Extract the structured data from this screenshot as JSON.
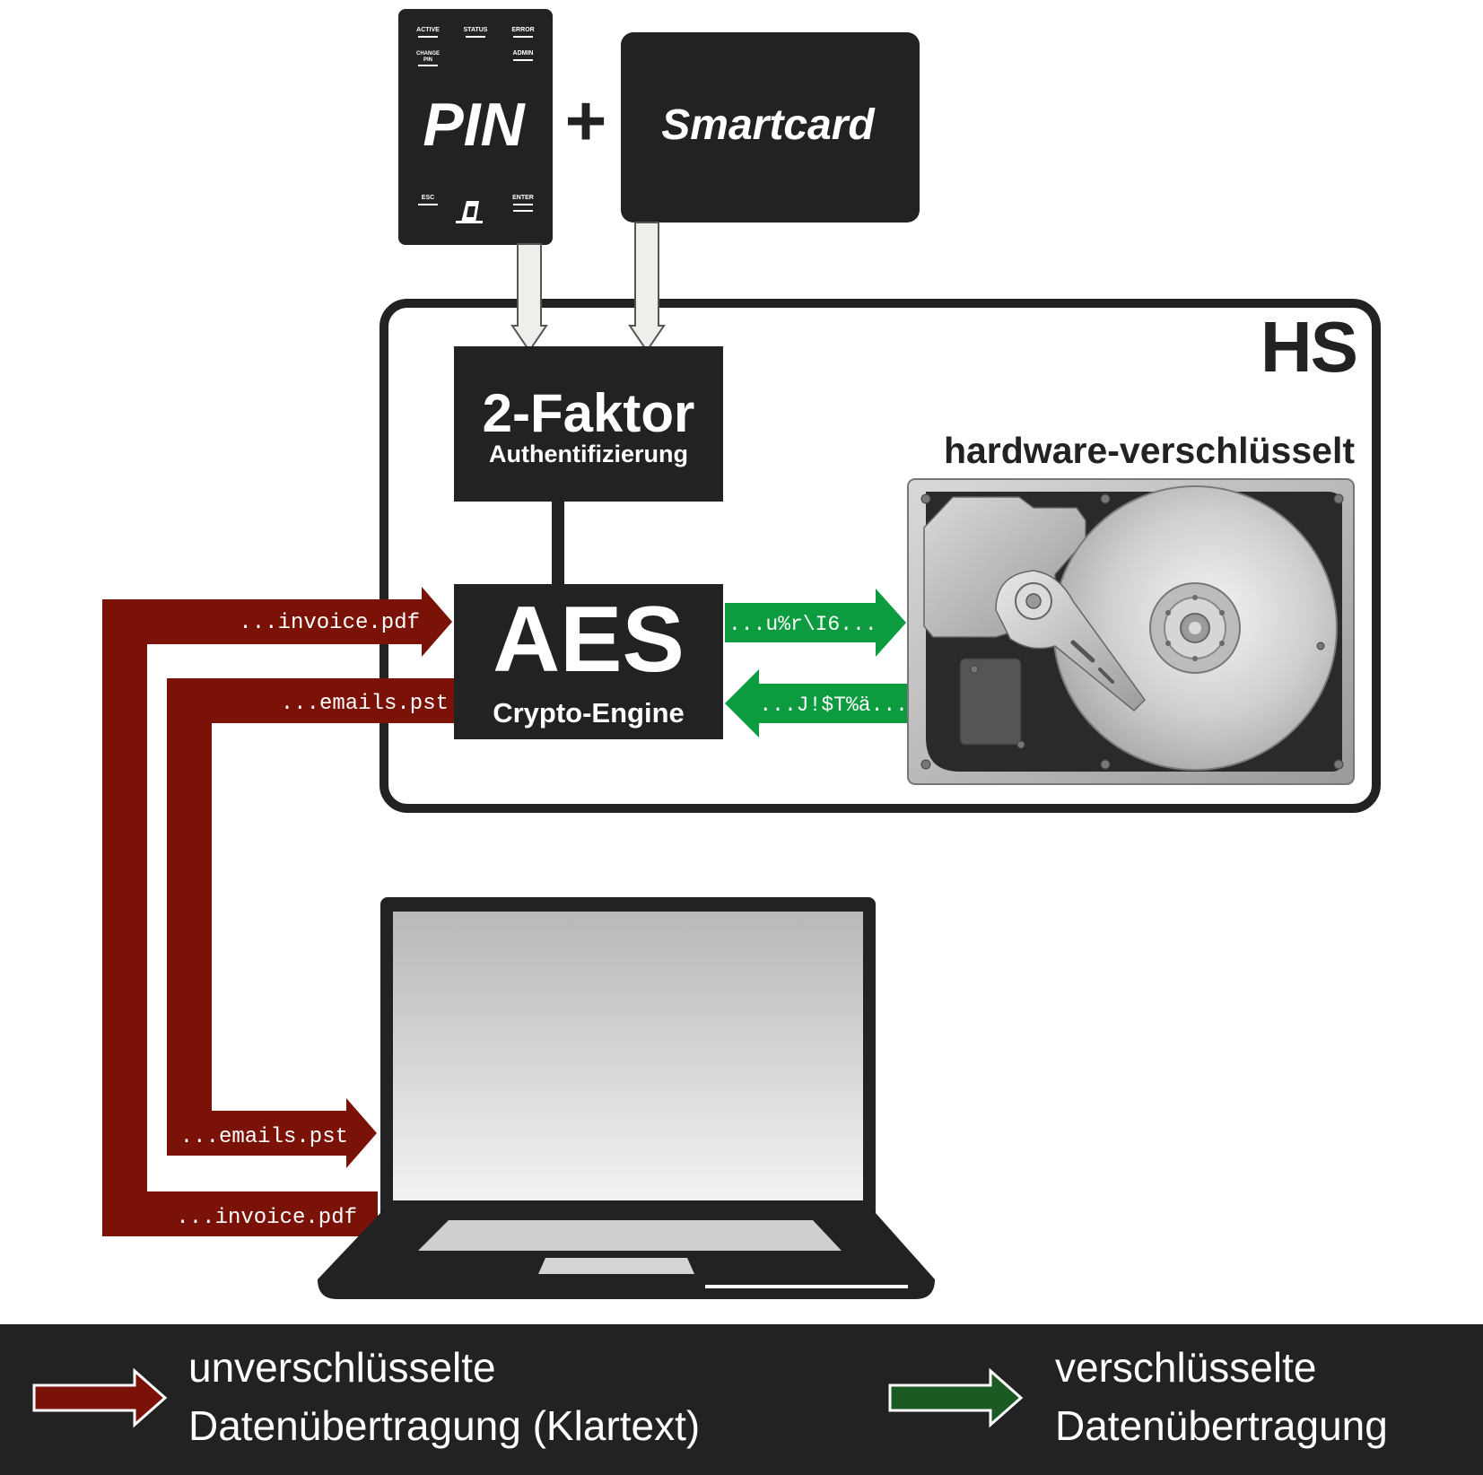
{
  "pin_pad": {
    "title": "PIN",
    "keys": {
      "active": "ACTIVE",
      "status": "STATUS",
      "error": "ERROR",
      "change_pin_line1": "CHANGE",
      "change_pin_line2": "PIN",
      "admin": "ADMIN",
      "esc": "ESC",
      "enter": "ENTER"
    }
  },
  "plus": "+",
  "smartcard": {
    "title": "Smartcard"
  },
  "hs_box": {
    "label": "HS"
  },
  "two_factor": {
    "title": "2-Faktor",
    "subtitle": "Authentifizierung"
  },
  "aes": {
    "title": "AES",
    "subtitle": "Crypto-Engine"
  },
  "hdd": {
    "label": "hardware-verschlüsselt"
  },
  "flows": {
    "in_top": "...invoice.pdf",
    "in_bottom": "...emails.pst",
    "encrypted_out": "...u%r\\I6...",
    "encrypted_in": "...J!$T%ä...",
    "to_laptop_upper": "...emails.pst",
    "to_laptop_lower": "...invoice.pdf"
  },
  "legend": {
    "unencrypted_line1": "unverschlüsselte",
    "unencrypted_line2": "Datenübertragung (Klartext)",
    "encrypted_line1": "verschlüsselte",
    "encrypted_line2": "Datenübertragung"
  },
  "colors": {
    "unencrypted": "#7b1208",
    "encrypted": "#0d9b3f",
    "legend_encrypted": "#1c5a24",
    "dark": "#222222"
  }
}
